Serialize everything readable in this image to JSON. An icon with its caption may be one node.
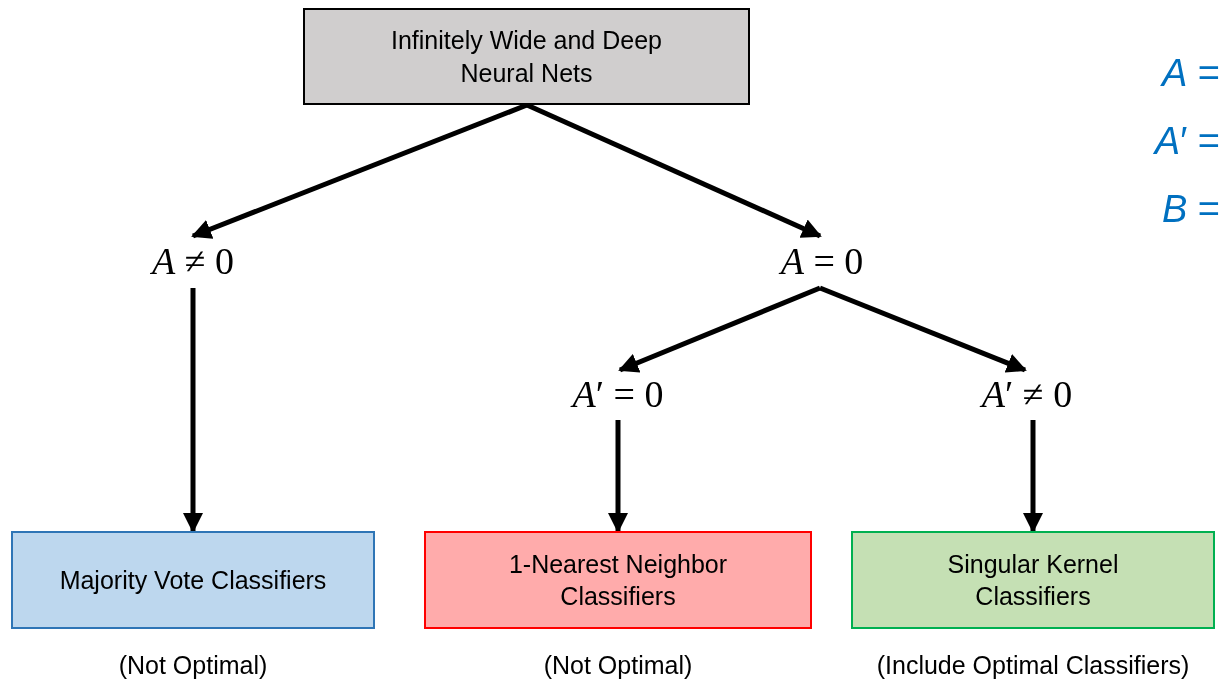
{
  "diagram": {
    "nodes": [
      {
        "text": [
          "Infinitely Wide and Deep Neural Nets"
        ]
      },
      {
        "text": [
          "*A* ≠ 0"
        ]
      },
      {
        "text": [
          "*A* = 0"
        ]
      },
      {
        "text": [
          "*A*′ = 0"
        ]
      },
      {
        "text": [
          "*A*′ ≠ 0"
        ]
      },
      {
        "text": [
          "Majority Vote Classifiers"
        ],
        "beside": [
          "(Not Optimal)"
        ]
      },
      {
        "text": [
          "1-Nearest Neighbor Classifiers"
        ],
        "beside": [
          "(Not Optimal)"
        ]
      },
      {
        "text": [
          "Singular Kernel Classifiers"
        ],
        "beside": [
          "(Include Optimal Classifiers)"
        ]
      }
    ],
    "edges": [
      {
        "from": 0,
        "to": 1,
        "arrow": "to"
      },
      {
        "from": 0,
        "to": 2,
        "arrow": "to"
      },
      {
        "from": 2,
        "to": 3,
        "arrow": "to"
      },
      {
        "from": 2,
        "to": 4,
        "arrow": "to"
      },
      {
        "from": 1,
        "to": 5,
        "arrow": "to"
      },
      {
        "from": 3,
        "to": 6,
        "arrow": "to"
      },
      {
        "from": 4,
        "to": 7,
        "arrow": "to"
      }
    ],
    "labels": [
      "*A* =",
      "*A*′ =",
      "*B* ="
    ]
  }
}
